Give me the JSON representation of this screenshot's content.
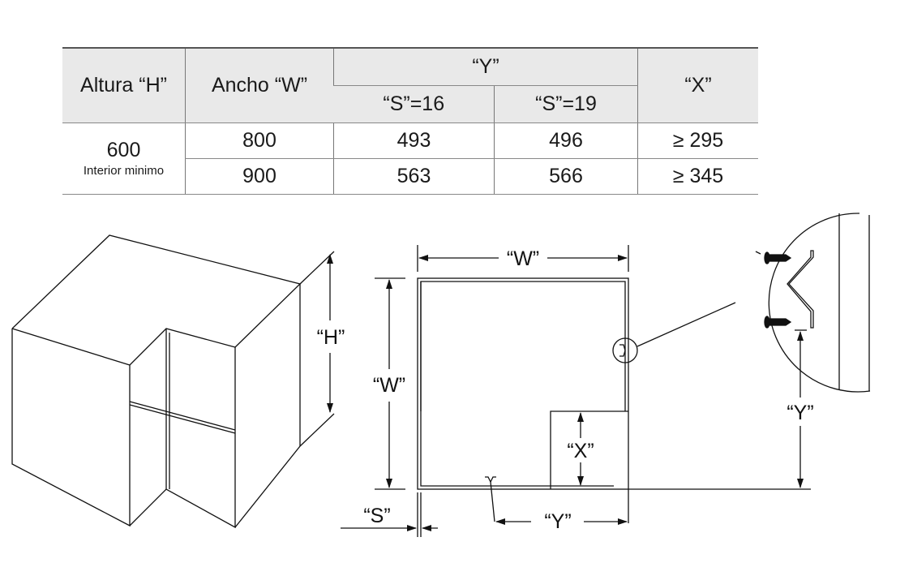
{
  "table": {
    "headers": {
      "altura": "Altura “H”",
      "ancho": "Ancho “W”",
      "y": "“Y”",
      "s16": "“S”=16",
      "s19": "“S”=19",
      "x": "“X”"
    },
    "altura_value": "600",
    "altura_note": "Interior minimo",
    "rows": [
      {
        "w": "800",
        "y16": "493",
        "y19": "496",
        "x": "≥ 295"
      },
      {
        "w": "900",
        "y16": "563",
        "y19": "566",
        "x": "≥ 345"
      }
    ]
  },
  "diagram": {
    "label_h": "“H”",
    "label_w_top": "“W”",
    "label_w_side": "“W”",
    "label_x": "“X”",
    "label_y_bottom": "“Y”",
    "label_y_right": "“Y”",
    "label_s": "“S”"
  }
}
